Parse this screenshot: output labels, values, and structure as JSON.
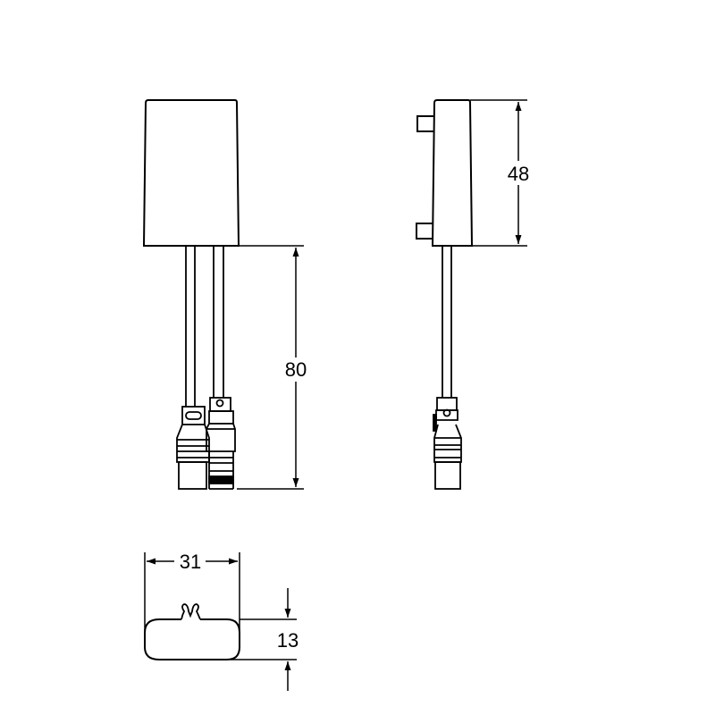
{
  "diagram": {
    "type": "technical-dimension-drawing",
    "views": [
      {
        "name": "front-view",
        "description": "Housing with two cables and two connectors"
      },
      {
        "name": "side-view",
        "description": "Housing with mounting tabs, single cable and connector"
      },
      {
        "name": "bottom-view",
        "description": "Rounded housing cross-section with cable clip"
      }
    ],
    "dimensions": {
      "cable_length": "80",
      "housing_height": "48",
      "housing_width": "31",
      "housing_depth": "13"
    },
    "colors": {
      "line": "#000000",
      "background": "#ffffff"
    }
  }
}
